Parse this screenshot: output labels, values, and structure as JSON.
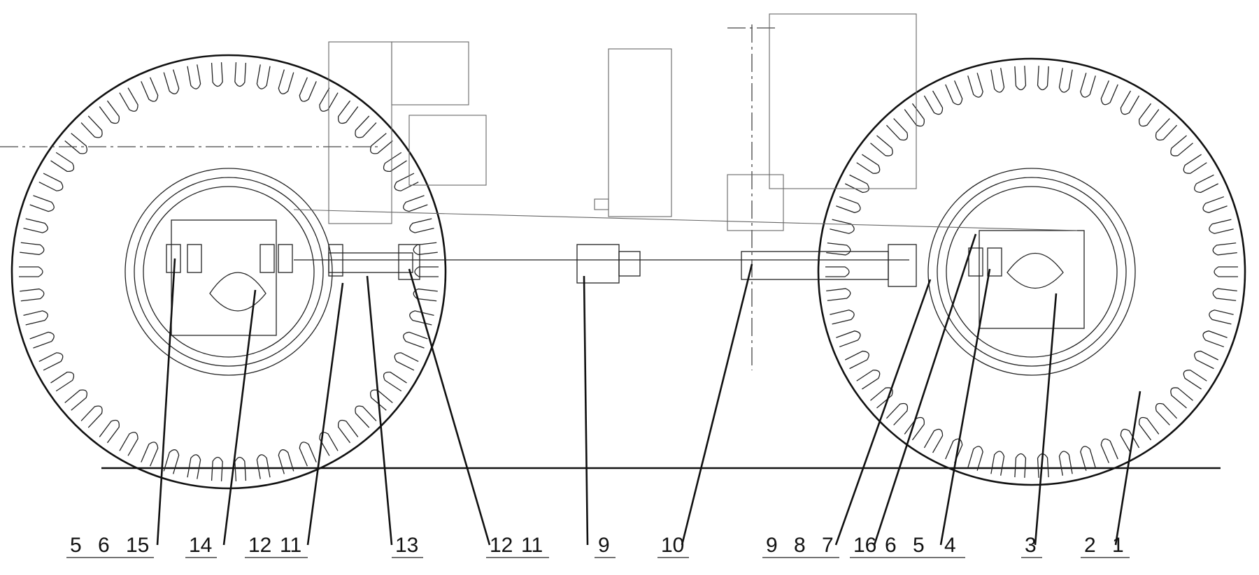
{
  "callout_labels": [
    {
      "id": "l-5a",
      "text": "5"
    },
    {
      "id": "l-6a",
      "text": "6"
    },
    {
      "id": "l-15",
      "text": "15"
    },
    {
      "id": "l-14",
      "text": "14"
    },
    {
      "id": "l-12a",
      "text": "12"
    },
    {
      "id": "l-11a",
      "text": "11"
    },
    {
      "id": "l-13",
      "text": "13"
    },
    {
      "id": "l-12b",
      "text": "12"
    },
    {
      "id": "l-11b",
      "text": "11"
    },
    {
      "id": "l-9a",
      "text": "9"
    },
    {
      "id": "l-10",
      "text": "10"
    },
    {
      "id": "l-9b",
      "text": "9"
    },
    {
      "id": "l-8",
      "text": "8"
    },
    {
      "id": "l-7",
      "text": "7"
    },
    {
      "id": "l-16",
      "text": "16"
    },
    {
      "id": "l-6b",
      "text": "6"
    },
    {
      "id": "l-5b",
      "text": "5"
    },
    {
      "id": "l-4",
      "text": "4"
    },
    {
      "id": "l-3",
      "text": "3"
    },
    {
      "id": "l-2",
      "text": "2"
    },
    {
      "id": "l-1",
      "text": "1"
    }
  ]
}
